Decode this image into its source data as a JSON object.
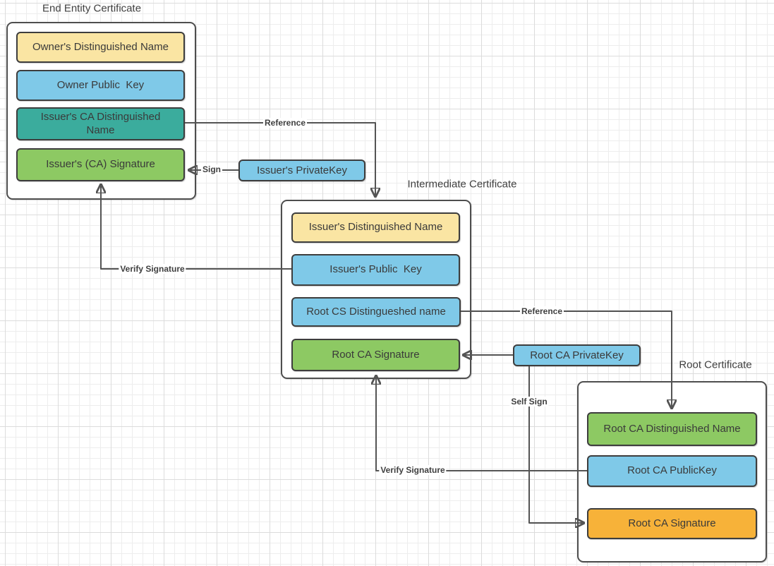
{
  "diagram": {
    "background": {
      "color": "#FFFFFF",
      "grid_minor_color": "#EDEDED",
      "grid_major_color": "#DCDCDC"
    },
    "colors": {
      "yellow": "#FAE5A3",
      "blue": "#7FC9E8",
      "teal": "#3BAC9D",
      "green": "#8DC963",
      "orange": "#F7B239",
      "box_border": "#3D3D3D",
      "frame_border": "#4E4E4E",
      "connector": "#545454",
      "text": "#3A3A3A"
    },
    "certificates": [
      {
        "title": "End Entity Certificate",
        "fields": [
          {
            "label": "Owner's Distinguished Name",
            "color": "yellow"
          },
          {
            "label": "Owner Public  Key",
            "color": "blue"
          },
          {
            "label": "Issuer's CA Distinguished\nName",
            "color": "teal"
          },
          {
            "label": "Issuer's (CA) Signature",
            "color": "green"
          }
        ]
      },
      {
        "title": "Intermediate Certificate",
        "fields": [
          {
            "label": "Issuer's Distinguished Name",
            "color": "yellow"
          },
          {
            "label": "Issuer's Public  Key",
            "color": "blue"
          },
          {
            "label": "Root CS Distingueshed name",
            "color": "blue"
          },
          {
            "label": "Root CA Signature",
            "color": "green"
          }
        ]
      },
      {
        "title": "Root Certificate",
        "fields": [
          {
            "label": "Root CA Distinguished Name",
            "color": "green"
          },
          {
            "label": "Root CA PublicKey",
            "color": "blue"
          },
          {
            "label": "Root CA Signature",
            "color": "orange"
          }
        ]
      }
    ],
    "keys": [
      {
        "label": "Issuer's PrivateKey",
        "color": "blue"
      },
      {
        "label": "Root CA PrivateKey",
        "color": "blue"
      }
    ],
    "connector_labels": {
      "reference_1": "Reference",
      "sign": "Sign",
      "verify_signature_1": "Verify Signature",
      "reference_2": "Reference",
      "self_sign": "Self Sign",
      "verify_signature_2": "Verify Signature"
    }
  }
}
